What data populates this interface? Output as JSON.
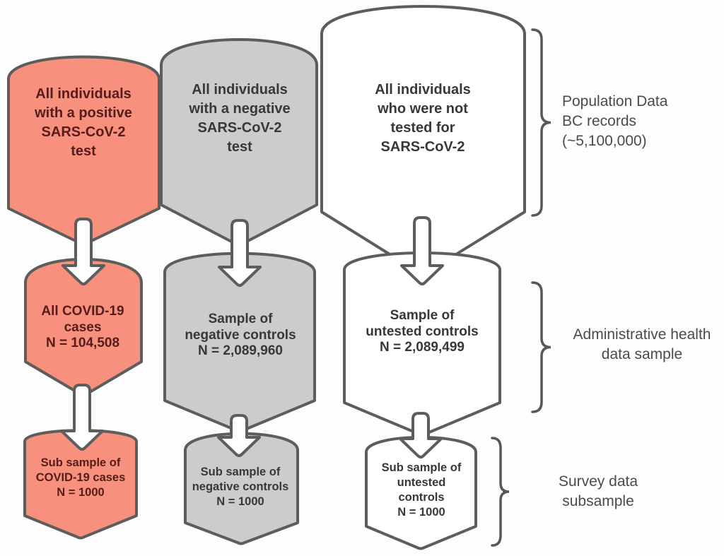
{
  "funnel": {
    "columns": [
      {
        "name": "positive-cases",
        "stage1": "All individuals\nwith a positive\nSARS-CoV-2\ntest",
        "stage2": "All COVID-19\ncases\nN = 104,508",
        "stage3": "Sub sample of\nCOVID-19 cases\nN = 1000"
      },
      {
        "name": "negative-controls",
        "stage1": "All individuals\nwith a negative\nSARS-CoV-2\ntest",
        "stage2": "Sample of\nnegative controls\nN = 2,089,960",
        "stage3": "Sub sample of\nnegative controls\nN = 1000"
      },
      {
        "name": "untested-controls",
        "stage1": "All individuals\nwho were not\ntested for\nSARS-CoV-2",
        "stage2": "Sample of\nuntested controls\nN = 2,089,499",
        "stage3": "Sub sample of\nuntested\ncontrols\nN = 1000"
      }
    ],
    "annotations": {
      "population": "Population Data\nBC records\n(~5,100,000)",
      "administrative": "Administrative health\ndata sample",
      "survey": "Survey data\nsubsample"
    },
    "colors": {
      "positive_fill": "#f7907d",
      "negative_fill": "#cccccc",
      "untested_fill": "#ffffff",
      "outline": "#5d5d5d",
      "positive_text": "#561c1c",
      "dark_text": "#383838",
      "annotation_text": "#4b4b4b"
    }
  }
}
